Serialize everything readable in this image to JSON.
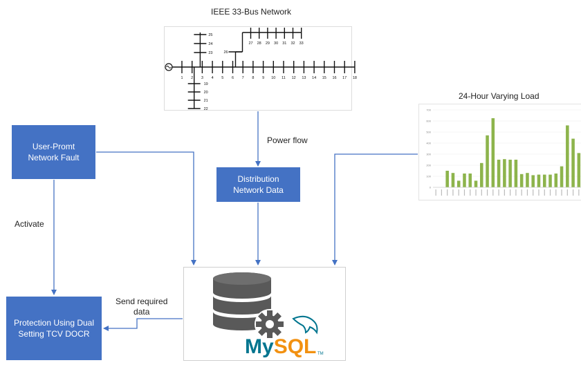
{
  "network": {
    "title": "IEEE 33-Bus Network",
    "main_feeder_labels": [
      "1",
      "2",
      "3",
      "4",
      "5",
      "6",
      "7",
      "8",
      "9",
      "10",
      "11",
      "12",
      "13",
      "14",
      "15",
      "16",
      "17",
      "18"
    ],
    "lateral_19_22_labels": [
      "19",
      "20",
      "21",
      "22"
    ],
    "lateral_23_25_labels": [
      "25",
      "24",
      "23"
    ],
    "lateral_26_33_labels": [
      "26",
      "27",
      "28",
      "29",
      "30",
      "31",
      "32",
      "33"
    ]
  },
  "load_chart": {
    "title": "24-Hour Varying Load"
  },
  "chart_data": {
    "type": "bar",
    "title": "24-Hour Varying Load",
    "yticks": [
      "700",
      "600",
      "500",
      "400",
      "300",
      "200",
      "100",
      "0"
    ],
    "ylim": [
      0,
      700
    ],
    "values": [
      0,
      0,
      150,
      130,
      60,
      125,
      125,
      60,
      220,
      470,
      625,
      250,
      255,
      250,
      250,
      120,
      130,
      110,
      115,
      115,
      115,
      125,
      190,
      560,
      440,
      310
    ],
    "color": "#8db44c"
  },
  "boxes": {
    "user_fault": "User-Promt\nNetwork Fault",
    "distribution": "Distribution\nNetwork Data",
    "protection": "Protection Using Dual\nSetting TCV DOCR"
  },
  "edges": {
    "power_flow": "Power flow",
    "activate": "Activate",
    "send_data": "Send required\ndata"
  },
  "database": {
    "logo_text": "MySQL",
    "tm": "TM"
  },
  "colors": {
    "box": "#4472c4",
    "arrow": "#4472c4",
    "mysql_blue": "#00758f",
    "mysql_orange": "#f29111",
    "db_gray": "#595959"
  }
}
